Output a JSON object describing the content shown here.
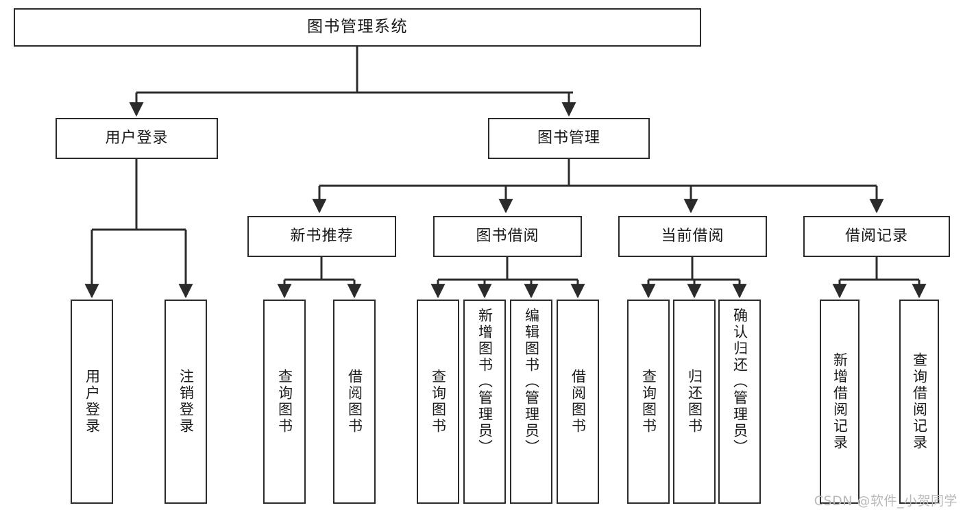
{
  "diagram": {
    "title": "图书管理系统",
    "type": "tree",
    "watermark": "CSDN @软件_小贺同学",
    "colors": {
      "box_border": "#2b2b2b",
      "box_fill": "#ffffff",
      "line": "#2b2b2b",
      "text": "#1a1a1a",
      "watermark": "#b9b9b9",
      "background": "#ffffff"
    },
    "root": {
      "label": "图书管理系统"
    },
    "level2": [
      {
        "label": "用户登录"
      },
      {
        "label": "图书管理"
      }
    ],
    "level3": [
      {
        "label": "新书推荐"
      },
      {
        "label": "图书借阅"
      },
      {
        "label": "当前借阅"
      },
      {
        "label": "借阅记录"
      }
    ],
    "leaves": {
      "user_login": [
        {
          "label": "用户登录"
        },
        {
          "label": "注销登录"
        }
      ],
      "new_book_recommend": [
        {
          "label": "查询图书"
        },
        {
          "label": "借阅图书"
        }
      ],
      "book_borrow": [
        {
          "label": "查询图书"
        },
        {
          "label": "新增图书（管理员）"
        },
        {
          "label": "编辑图书（管理员）"
        },
        {
          "label": "借阅图书"
        }
      ],
      "current_borrow": [
        {
          "label": "查询图书"
        },
        {
          "label": "归还图书"
        },
        {
          "label": "确认归还（管理员）"
        }
      ],
      "borrow_record": [
        {
          "label": "新增借阅记录"
        },
        {
          "label": "查询借阅记录"
        }
      ]
    }
  }
}
